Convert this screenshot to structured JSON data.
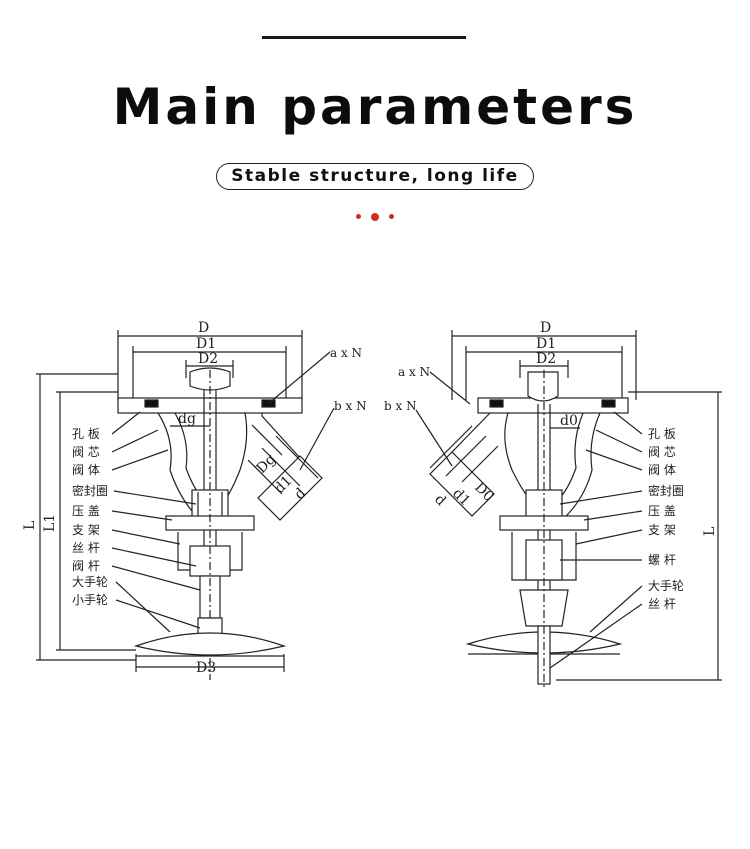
{
  "header": {
    "title": "Main parameters",
    "subtitle": "Stable structure, long life"
  },
  "colors": {
    "accent": "#d42a22",
    "ink": "#222222"
  },
  "left_diagram": {
    "dims": {
      "D": "D",
      "D1": "D1",
      "D2": "D2",
      "dg": "dg",
      "Dg": "Dg",
      "d1": "d1",
      "d": "d",
      "D3": "D3",
      "L": "L",
      "L1": "L1",
      "axN": "a x N",
      "bxN": "b x N"
    },
    "labels": [
      "孔 板",
      "阀 芯",
      "阀 体",
      "密封圈",
      "压 盖",
      "支 架",
      "丝 杆",
      "阀 杆",
      "大手轮",
      "小手轮"
    ]
  },
  "right_diagram": {
    "dims": {
      "D": "D",
      "D1": "D1",
      "D2": "D2",
      "d0": "d0",
      "D0": "D0",
      "d1": "d1",
      "d": "d",
      "L": "L",
      "axN": "a x N",
      "bxN": "b x N"
    },
    "labels": [
      "孔 板",
      "阀 芯",
      "阀 体",
      "密封圈",
      "压 盖",
      "支 架",
      "螺 杆",
      "大手轮",
      "丝 杆"
    ]
  }
}
